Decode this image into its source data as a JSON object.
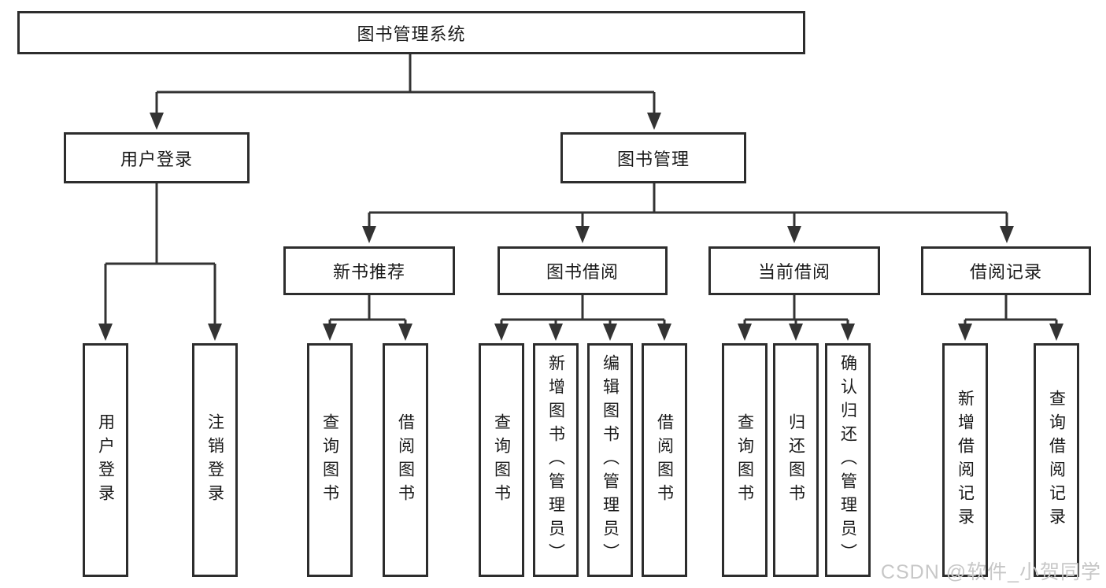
{
  "colors": {
    "line": "#333333",
    "box_border": "#2d2d2d",
    "text": "#1a1a1a",
    "watermark": "#c7c7c7",
    "background": "#ffffff"
  },
  "tree": {
    "root": {
      "label": "图书管理系统"
    },
    "level2": [
      {
        "label": "用户登录"
      },
      {
        "label": "图书管理"
      }
    ],
    "level3": [
      {
        "label": "新书推荐",
        "parent": "图书管理"
      },
      {
        "label": "图书借阅",
        "parent": "图书管理"
      },
      {
        "label": "当前借阅",
        "parent": "图书管理"
      },
      {
        "label": "借阅记录",
        "parent": "图书管理"
      }
    ],
    "leaves": [
      {
        "label": "用户登录",
        "parent": "用户登录"
      },
      {
        "label": "注销登录",
        "parent": "用户登录"
      },
      {
        "label": "查询图书",
        "parent": "新书推荐"
      },
      {
        "label": "借阅图书",
        "parent": "新书推荐"
      },
      {
        "label": "查询图书",
        "parent": "图书借阅"
      },
      {
        "label": "新增图书（管理员）",
        "parent": "图书借阅"
      },
      {
        "label": "编辑图书（管理员）",
        "parent": "图书借阅"
      },
      {
        "label": "借阅图书",
        "parent": "图书借阅"
      },
      {
        "label": "查询图书",
        "parent": "当前借阅"
      },
      {
        "label": "归还图书",
        "parent": "当前借阅"
      },
      {
        "label": "确认归还（管理员）",
        "parent": "当前借阅"
      },
      {
        "label": "新增借阅记录",
        "parent": "借阅记录"
      },
      {
        "label": "查询借阅记录",
        "parent": "借阅记录"
      }
    ]
  },
  "watermark": {
    "text": "CSDN @软件_小贺同学"
  }
}
